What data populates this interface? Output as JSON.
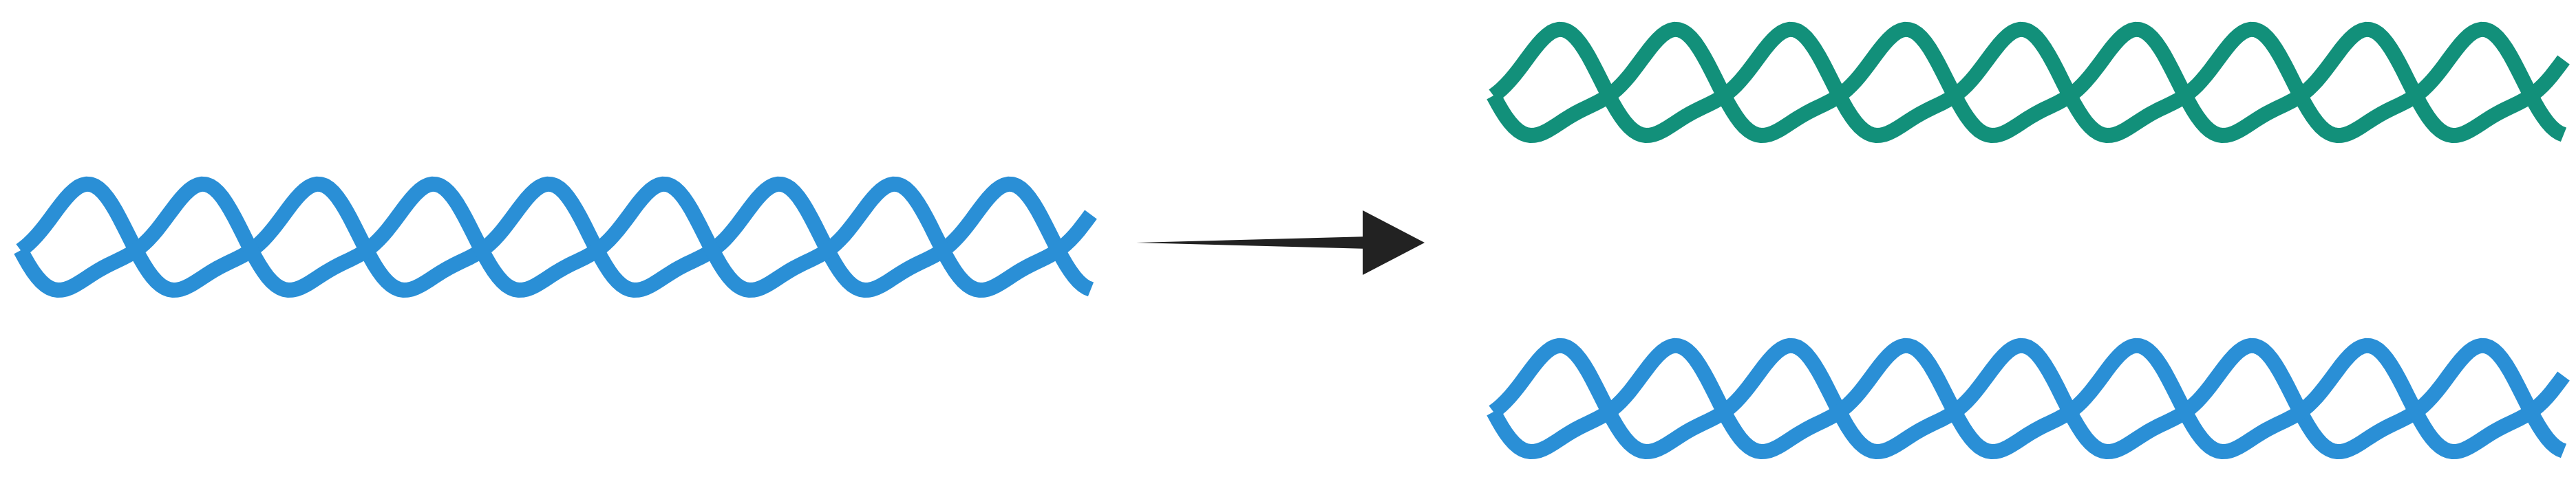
{
  "diagram": {
    "type": "dna-replication",
    "colors": {
      "parent": "#2A8FD6",
      "new_strand": "#12907A",
      "arrow": "#222222",
      "background": "#FFFFFF"
    },
    "elements": [
      {
        "id": "parent-helix",
        "label": "",
        "strand_colors": [
          "parent",
          "parent"
        ]
      },
      {
        "id": "arrow",
        "label": ""
      },
      {
        "id": "daughter-helix-top",
        "label": "",
        "strand_colors": [
          "new_strand",
          "new_strand"
        ]
      },
      {
        "id": "daughter-helix-bottom",
        "label": "",
        "strand_colors": [
          "parent",
          "parent"
        ]
      }
    ]
  }
}
